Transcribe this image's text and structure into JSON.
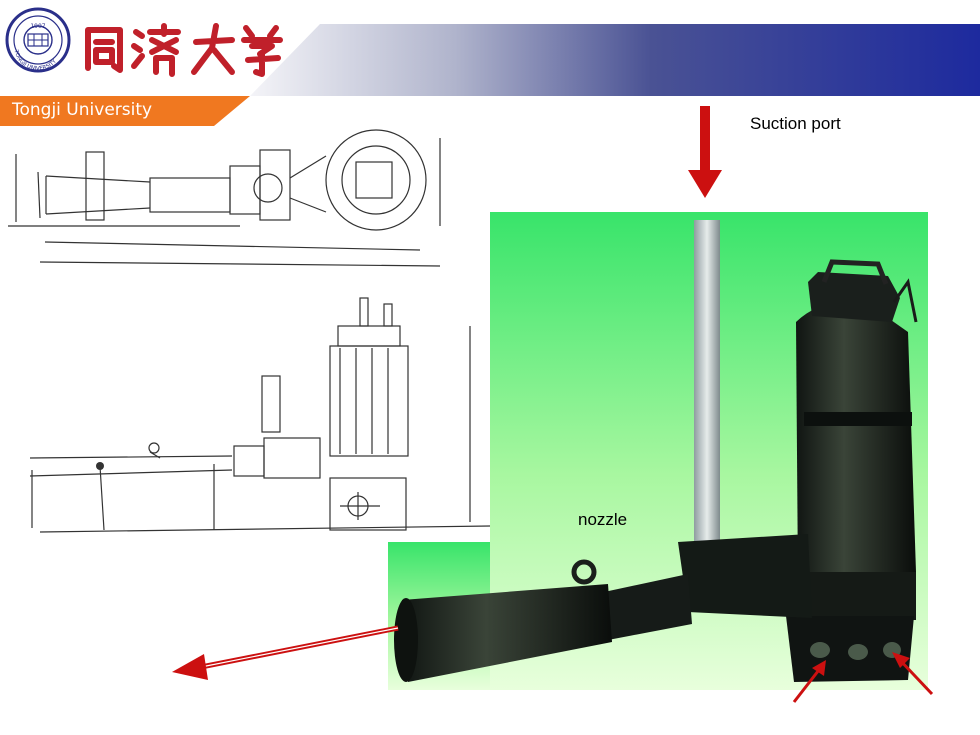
{
  "header": {
    "university_name": "Tongji University",
    "seal_year": "1907",
    "seal_ring_text": "TONGJI UNIVERSITY",
    "chinese_name": "同濟大學"
  },
  "colors": {
    "header_gradient_start": "#e8e8f0",
    "header_gradient_end": "#1f2a9c",
    "tab_orange": "#f07820",
    "logo_red": "#c0202a",
    "arrow_red": "#cc1010",
    "photo_green_top": "#3ce86a",
    "photo_green_bottom": "#dfffcf"
  },
  "figure": {
    "drawing_icon": "aerator-technical-drawing",
    "photo_icon": "jet-aerator-pump-photo"
  },
  "annotations": {
    "suction_label": "Suction port",
    "nozzle_label": "nozzle"
  }
}
